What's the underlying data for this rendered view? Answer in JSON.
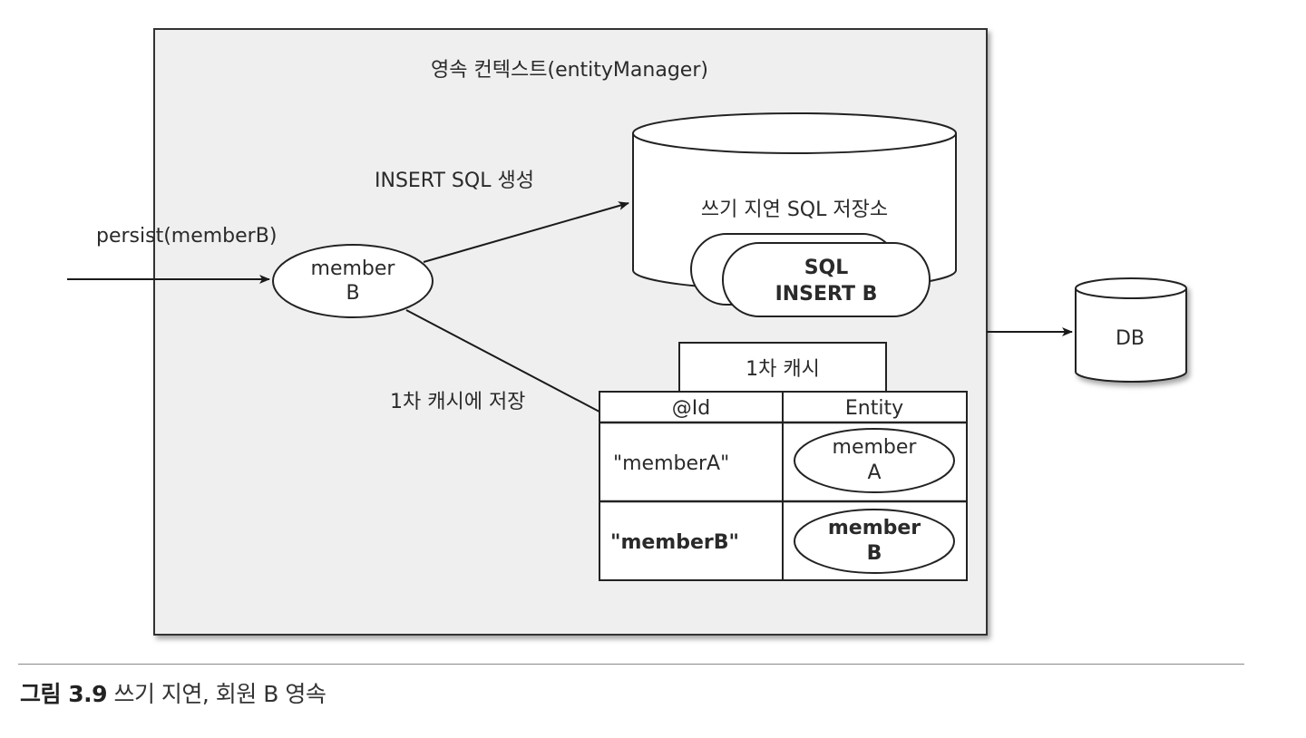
{
  "context": {
    "title": "영속 컨텍스트(entityManager)"
  },
  "persist_call": "persist(memberB)",
  "entity_node": {
    "line1": "member",
    "line2": "B"
  },
  "insert_sql_label": "INSERT SQL 생성",
  "cache_store_label": "1차 캐시에 저장",
  "sql_store": {
    "title": "쓰기 지연 SQL 저장소",
    "front_line1": "SQL",
    "front_line2": "INSERT B"
  },
  "db": {
    "label": "DB"
  },
  "cache": {
    "title": "1차 캐시",
    "headers": [
      "@Id",
      "Entity"
    ],
    "rows": [
      {
        "id": "\"memberA\"",
        "entity_line1": "member",
        "entity_line2": "A",
        "bold": false
      },
      {
        "id": "\"memberB\"",
        "entity_line1": "member",
        "entity_line2": "B",
        "bold": true
      }
    ]
  },
  "caption": {
    "number": "그림 3.9",
    "text": " 쓰기 지연, 회원 B 영속"
  }
}
